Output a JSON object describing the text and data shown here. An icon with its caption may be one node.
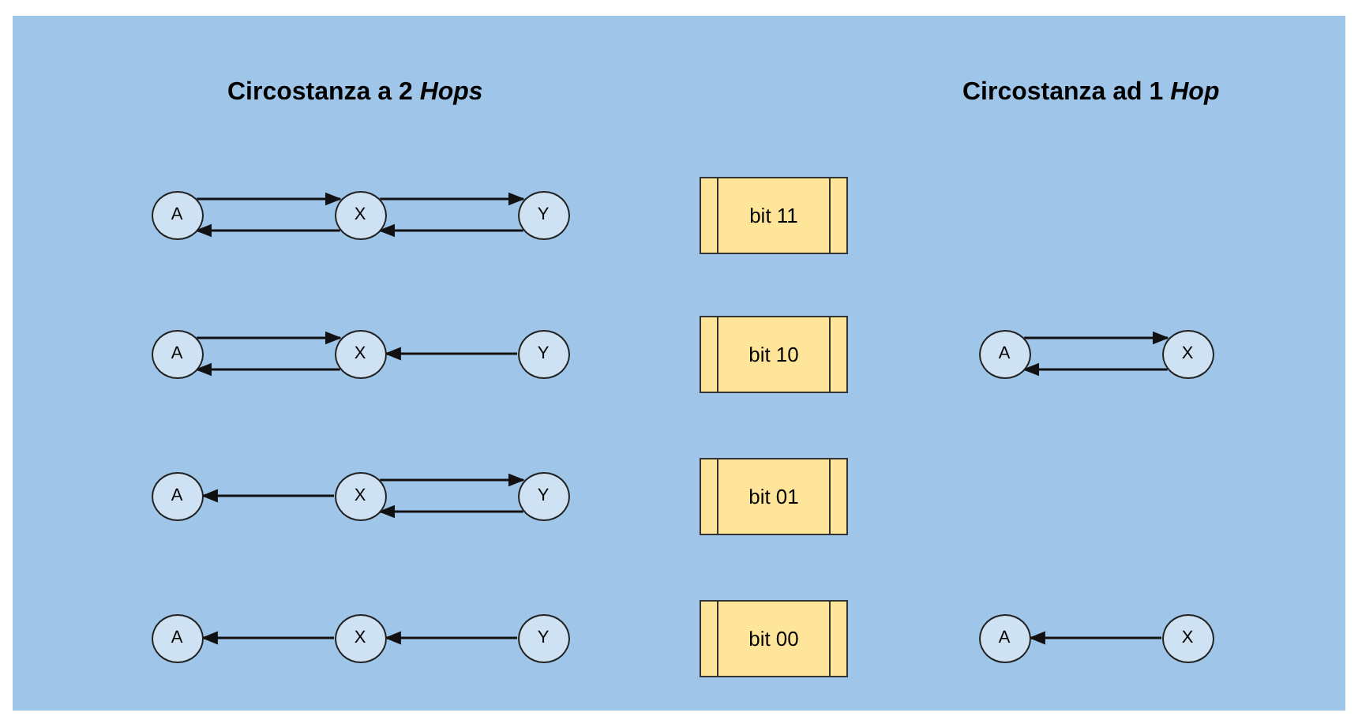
{
  "diagram": {
    "nodes": [
      {
        "text": [
          "A"
        ]
      },
      {
        "text": [
          "X"
        ]
      },
      {
        "text": [
          "Y"
        ]
      },
      {
        "text": [
          "bit 11"
        ]
      },
      {
        "text": [
          "A"
        ]
      },
      {
        "text": [
          "X"
        ]
      },
      {
        "text": [
          "Y"
        ]
      },
      {
        "text": [
          "bit 10"
        ]
      },
      {
        "text": [
          "A"
        ]
      },
      {
        "text": [
          "X"
        ]
      },
      {
        "text": [
          "A"
        ]
      },
      {
        "text": [
          "X"
        ]
      },
      {
        "text": [
          "Y"
        ]
      },
      {
        "text": [
          "bit 01"
        ]
      },
      {
        "text": [
          "A"
        ]
      },
      {
        "text": [
          "X"
        ]
      },
      {
        "text": [
          "Y"
        ]
      },
      {
        "text": [
          "bit 00"
        ]
      },
      {
        "text": [
          "A"
        ]
      },
      {
        "text": [
          "X"
        ]
      }
    ],
    "edges": [
      {
        "from": 0,
        "to": 1,
        "arrow": "to"
      },
      {
        "from": 1,
        "to": 0,
        "arrow": "to"
      },
      {
        "from": 1,
        "to": 2,
        "arrow": "to"
      },
      {
        "from": 2,
        "to": 1,
        "arrow": "to"
      },
      {
        "from": 4,
        "to": 5,
        "arrow": "to"
      },
      {
        "from": 5,
        "to": 4,
        "arrow": "to"
      },
      {
        "from": 6,
        "to": 5,
        "arrow": "to"
      },
      {
        "from": 8,
        "to": 9,
        "arrow": "to"
      },
      {
        "from": 9,
        "to": 8,
        "arrow": "to"
      },
      {
        "from": 11,
        "to": 10,
        "arrow": "to"
      },
      {
        "from": 11,
        "to": 12,
        "arrow": "to"
      },
      {
        "from": 12,
        "to": 11,
        "arrow": "to"
      },
      {
        "from": 15,
        "to": 14,
        "arrow": "to"
      },
      {
        "from": 16,
        "to": 15,
        "arrow": "to"
      },
      {
        "from": 19,
        "to": 18,
        "arrow": "to"
      }
    ],
    "labels": [
      "Circostanza a 2 *Hops*",
      "Circostanza ad 1 *Hop*"
    ]
  }
}
